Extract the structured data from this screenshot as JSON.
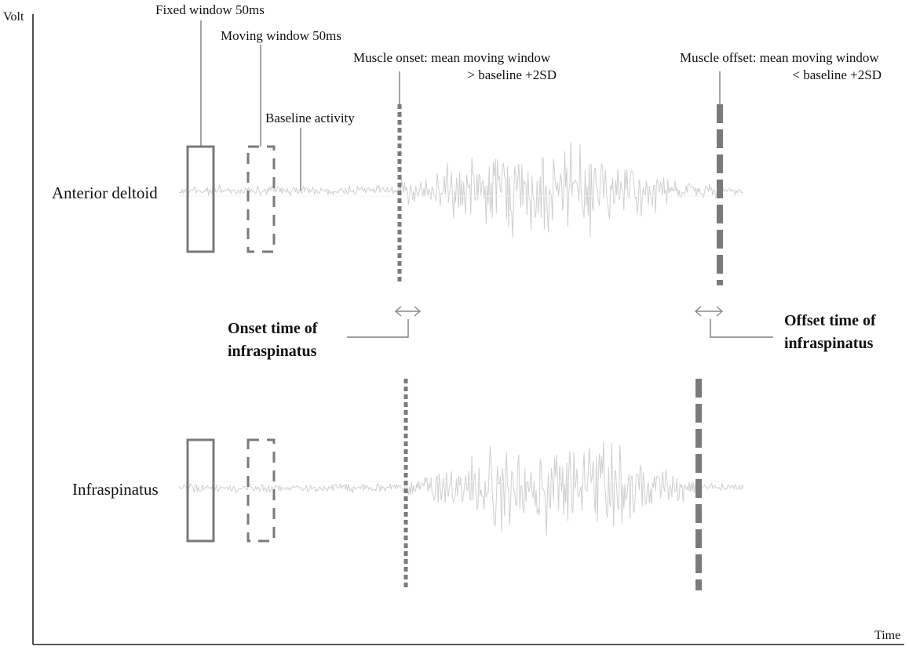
{
  "axes": {
    "y_label": "Volt",
    "x_label": "Time"
  },
  "annotations": {
    "fixed_window": "Fixed window 50ms",
    "moving_window": "Moving window 50ms",
    "baseline_activity": "Baseline activity",
    "onset_line1": "Muscle onset: mean moving window",
    "onset_line2": "> baseline +2SD",
    "offset_line1": "Muscle offset: mean moving window",
    "offset_line2": "< baseline +2SD"
  },
  "muscles": {
    "top": "Anterior deltoid",
    "bottom": "Infraspinatus"
  },
  "timing_labels": {
    "onset_line1": "Onset time of",
    "onset_line2": "infraspinatus",
    "offset_line1": "Offset time of",
    "offset_line2": "infraspinatus"
  },
  "colors": {
    "signal": "#cfcfcf",
    "marker": "#7a7a7a",
    "axis": "#222222"
  }
}
